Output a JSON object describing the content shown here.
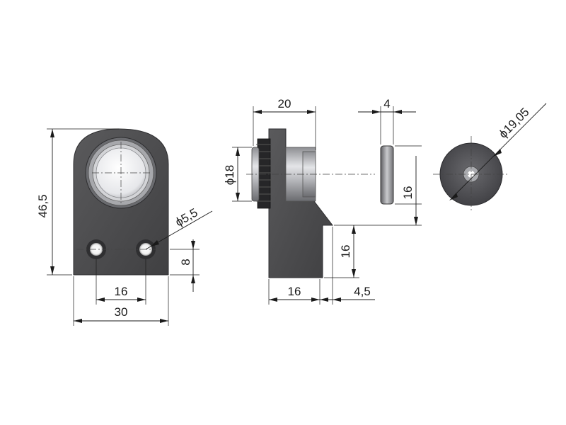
{
  "drawing": {
    "dimensions": {
      "height_total": "46,5",
      "hole_diameter": "ϕ5,5",
      "hole_pitch": "16",
      "width_total": "30",
      "hole_height": "8",
      "depth_total": "20",
      "magnet_diameter": "ϕ18",
      "base_depth": "16",
      "base_offset": "4,5",
      "base_height": "16",
      "plate_thickness": "4",
      "plate_height": "16",
      "plate_diameter": "ϕ19,05"
    },
    "colors": {
      "body": "#4d4d4f",
      "body_dark": "#3a3a3c",
      "magnet_face": "#f2f3f5",
      "ring": "#c8c9cc",
      "plate": "#56565a"
    }
  }
}
